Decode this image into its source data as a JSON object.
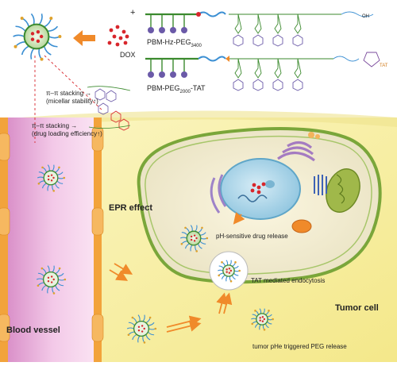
{
  "labels": {
    "dox": "DOX",
    "plus": "+",
    "polymer1": "PBM-Hz-PEG",
    "polymer1_sub": "3400",
    "polymer2_a": "PBM-PEG",
    "polymer2_sub": "2000",
    "polymer2_b": "-TAT",
    "pi_stack_1": "π–π stacking →",
    "pi_stack_1b": "(micellar stability↑)",
    "pi_stack_2": "π–π stacking →",
    "pi_stack_2b": "(drug loading efficiency↑)",
    "epr": "EPR effect",
    "blood_vessel": "Blood vessel",
    "tumor_cell": "Tumor cell",
    "ph_release": "pH-sensitive drug release",
    "tat_endo": "TAT mediated endocytosis",
    "peg_release": "tumor pHe triggered PEG release",
    "chem_oh": "OH",
    "chem_tat": "TAT"
  },
  "colors": {
    "background_yellow": "#f8f1a8",
    "vessel_pink": "#e7a9d7",
    "cell_green": "#8fb548",
    "nucleus_blue": "#8fc5df",
    "arrow_orange": "#f08a2a",
    "dox_red": "#d8262c",
    "polymer_green": "#3b8a2e",
    "polymer_blue": "#3b8fd3",
    "ball_purple": "#6b5aa8"
  }
}
